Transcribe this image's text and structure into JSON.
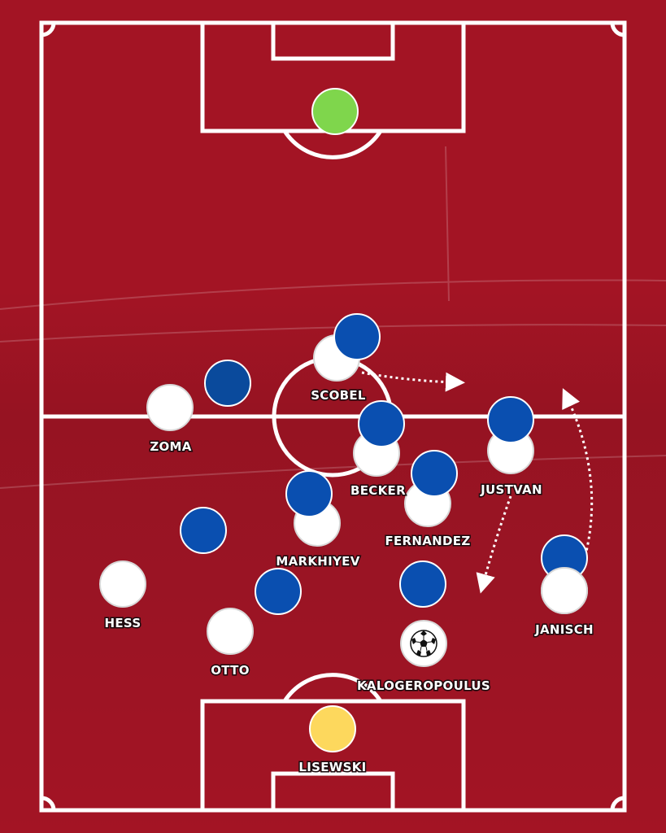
{
  "colors": {
    "pitch": "#a31424",
    "pitch_dark": "#8e0f1d",
    "lines": "#ffffff",
    "home_player": "#ffffff",
    "away_player": "#0a4fb0",
    "away_player_alt": "#0a4a9c",
    "opposition_gk": "#7fd64c",
    "home_gk": "#fdd85d"
  },
  "players": {
    "home": [
      {
        "name": "LISEWSKI",
        "role": "goalkeeper"
      },
      {
        "name": "HESS"
      },
      {
        "name": "OTTO"
      },
      {
        "name": "KALOGEROPOULUS",
        "has_ball": true
      },
      {
        "name": "JANISCH"
      },
      {
        "name": "MARKHIYEV"
      },
      {
        "name": "FERNANDEZ"
      },
      {
        "name": "BECKER"
      },
      {
        "name": "JUSTVAN"
      },
      {
        "name": "ZOMA"
      },
      {
        "name": "SCOBEL"
      }
    ],
    "opponents_count": 10,
    "opponent_goalkeeper_count": 1
  },
  "icons": {
    "ball": "soccer-ball-icon"
  }
}
